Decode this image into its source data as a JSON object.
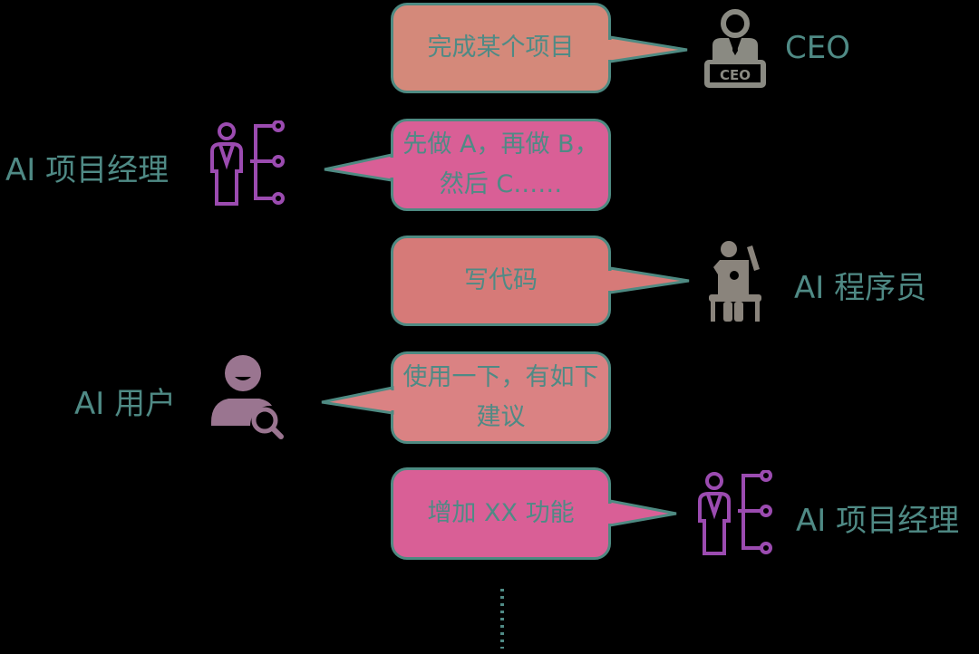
{
  "steps": [
    {
      "message": "完成某个项目",
      "role": "CEO",
      "icon": "ceo-icon",
      "side": "right",
      "color": "#d4897a"
    },
    {
      "message": "先做 A，再做 B，然后 C……",
      "role": "AI 项目经理",
      "icon": "project-manager-icon",
      "side": "left",
      "color": "#d95f96"
    },
    {
      "message": "写代码",
      "role": "AI 程序员",
      "icon": "programmer-icon",
      "side": "right",
      "color": "#d67a78"
    },
    {
      "message": "使用一下，有如下建议",
      "role": "AI 用户",
      "icon": "user-search-icon",
      "side": "left",
      "color": "#da8283"
    },
    {
      "message": "增加 XX 功能",
      "role": "AI 项目经理",
      "icon": "project-manager-icon",
      "side": "right",
      "color": "#d95f96"
    }
  ],
  "ceo_badge": "CEO",
  "colors": {
    "border": "#4e8a82",
    "text": "#4f8a85",
    "pm_icon": "#9b4bb0",
    "gray_icon": "#8a8a82",
    "user_icon": "#9a7590"
  }
}
